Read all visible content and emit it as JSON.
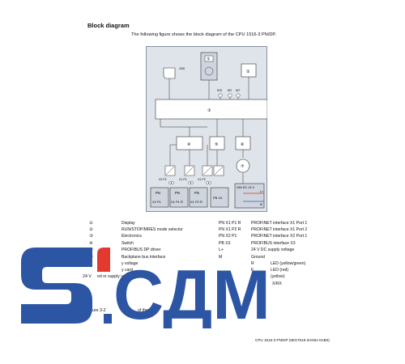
{
  "heading": "Block diagram",
  "intro": "The following figure shows the block diagram of the CPU 1516-3 PN/DP.",
  "diagram": {
    "x50": "X50",
    "rs": "R/S",
    "er": "ER",
    "mt": "MT",
    "num1": "①",
    "num2": "②",
    "num3": "③",
    "num4": "④",
    "num5": "⑤",
    "num6": "⑥",
    "num7": "⑦",
    "port_tag1": "X2 P1",
    "port_tag2": "X1 P1",
    "port_tag3": "X1 P2",
    "pn1": "PN",
    "pn2": "PN",
    "pn3": "PN",
    "port1": "X2 P1",
    "port2": "X1 P1 R",
    "port3": "X1 P2 R",
    "pb": "PB X3",
    "x80": "X80 DC 24 V",
    "lplus": "L+",
    "m": "M"
  },
  "legend_left": [
    {
      "num": "①",
      "text": "Display"
    },
    {
      "num": "②",
      "text": "RUN/STOP/MRES mode selector"
    },
    {
      "num": "③",
      "text": "Electronics"
    },
    {
      "num": "④",
      "text": "Switch"
    },
    {
      "num": "⑤",
      "text": "PROFIBUS DP driver"
    },
    {
      "num": "⑦",
      "text": "Backplane bus interface"
    },
    {
      "num": "",
      "text": "y voltage"
    },
    {
      "num": "",
      "text": "y card"
    },
    {
      "num": "24 V",
      "text": "ed or supply voltage"
    }
  ],
  "legend_right": [
    {
      "code": "PN X1 P1 R",
      "text": "PROFINET interface X1 Port 1"
    },
    {
      "code": "PN X1 P2 R",
      "text": "PROFINET interface X1 Port 2"
    },
    {
      "code": "PN X2 P1",
      "text": "PROFINET interface X2 Port 1"
    },
    {
      "code": "PB X3",
      "text": "PROFIBUS interface X3"
    },
    {
      "code": "L+",
      "text": "24 V DC supply voltage"
    },
    {
      "code": "M",
      "text": "Ground"
    },
    {
      "code": "R",
      "text": "LED (yellow/green)"
    },
    {
      "code": "E",
      "text": "LED (red)"
    },
    {
      "code": "M",
      "text": "(yellow)"
    },
    {
      "code": "X",
      "text": "X/RX"
    },
    {
      "code": "X",
      "text": ""
    },
    {
      "code": "X",
      "text": ""
    }
  ],
  "caption_left": "igure 3-2",
  "caption_left2": "of the C",
  "footer": "CPU 1516-3 PN/DP (6ES7516-3AN0x-0AB0)",
  "logo": {
    "letters": "СДМ",
    "blue": "#2c55a4",
    "red": "#e23a2e"
  }
}
